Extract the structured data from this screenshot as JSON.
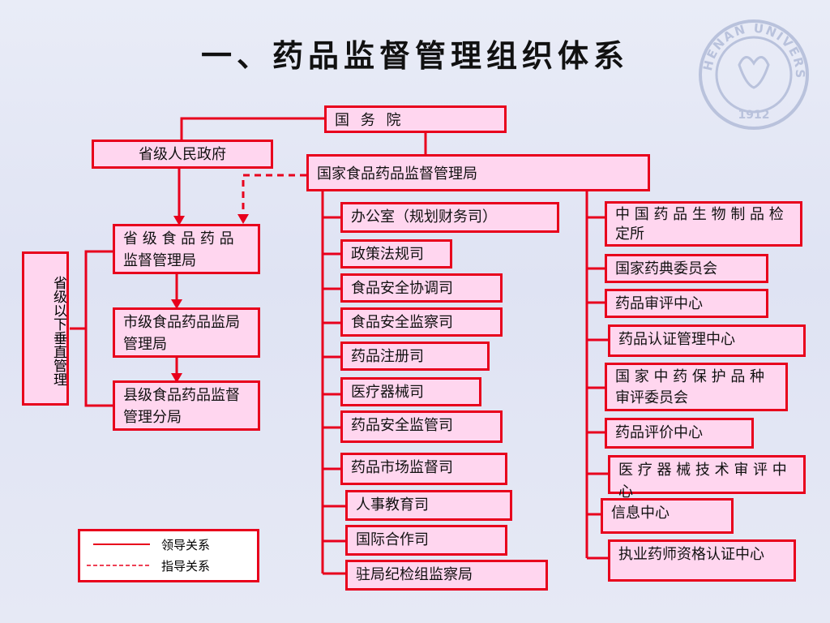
{
  "title": "一、药品监督管理组织体系",
  "logo": {
    "text": "HENAN UNIVERSITY",
    "year": "1912"
  },
  "state_council": "国 务 院",
  "provincial_gov": "省级人民政府",
  "sfda": "国家食品药品监督管理局",
  "vertical_label": "省级以下垂直管理",
  "local_bureaus": [
    "省 级 食 品 药 品 监督管理局",
    "市级食品药品监局管理局",
    "县级食品药品监督管理分局"
  ],
  "departments": [
    "办公室（规划财务司）",
    "政策法规司",
    "食品安全协调司",
    "食品安全监察司",
    "药品注册司",
    "医疗器械司",
    "药品安全监管司",
    "药品市场监督司",
    "人事教育司",
    "国际合作司",
    "驻局纪检组监察局"
  ],
  "institutions": [
    "中 国 药 品 生 物 制 品 检定所",
    "国家药典委员会",
    "药品审评中心",
    "药品认证管理中心",
    "国 家 中 药 保 护 品 种审评委员会",
    "药品评价中心",
    "医 疗 器 械 技 术 审 评 中心",
    "信息中心",
    "执业药师资格认证中心"
  ],
  "legend": {
    "solid_label": "领导关系",
    "dashed_label": "指导关系"
  },
  "colors": {
    "border": "#e8001c",
    "box_fill": "#ffd6ef",
    "line": "#e8001c"
  }
}
